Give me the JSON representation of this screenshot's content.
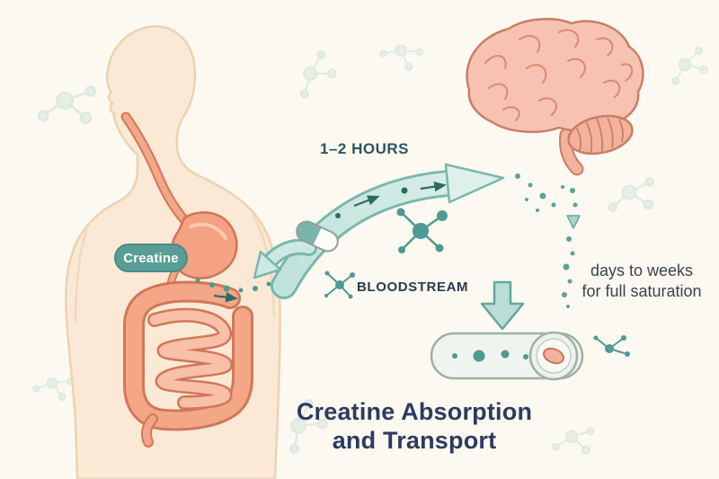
{
  "title": {
    "line1": "Creatine Absorption",
    "line2": "and Transport"
  },
  "labels": {
    "organ_badge": "Creatine",
    "transit_time": "1–2 HOURS",
    "bloodstream": "BLOODSTREAM",
    "saturation_line1": "days to weeks",
    "saturation_line2": "for full saturation"
  },
  "colors": {
    "background": "#fcf9f1",
    "accent_teal": "#4f9a92",
    "arrow_fill": "#d6ece6",
    "arrow_outline": "#79b7ae",
    "badge_background": "#589e96",
    "heading_navy": "#2c3b5e",
    "teal_text": "#2d5560",
    "dark_text": "#3a4250",
    "body_peach": "#fbe9d5",
    "organ_salmon": "#f3a787",
    "organ_outline": "#cf7458",
    "brain_pink": "#f7c2b1"
  },
  "icons": [
    "human-body-silhouette",
    "esophagus",
    "stomach",
    "large-intestine",
    "small-intestine",
    "brain-icon",
    "cerebellum",
    "capsule-icon",
    "creatine-molecule",
    "transport-arrow",
    "ingestion-arrow",
    "saturation-down-arrow",
    "muscle-vessel-segment",
    "background-molecules"
  ]
}
